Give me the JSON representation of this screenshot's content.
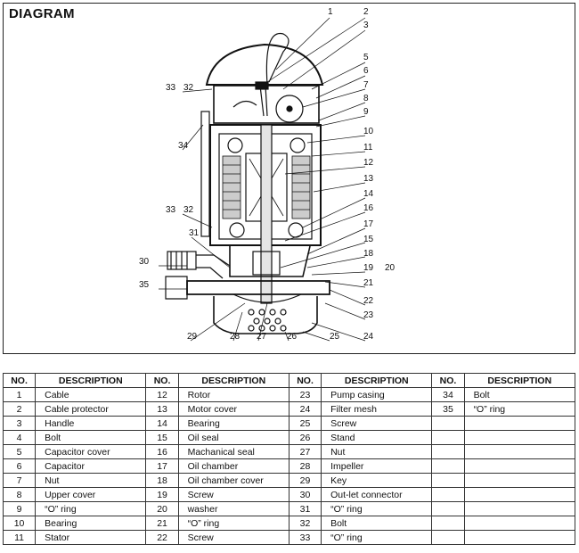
{
  "diagram": {
    "title": "DIAGRAM",
    "callouts": [
      "1",
      "2",
      "3",
      "5",
      "6",
      "7",
      "8",
      "9",
      "10",
      "11",
      "12",
      "13",
      "14",
      "16",
      "17",
      "15",
      "18",
      "19",
      "20",
      "21",
      "22",
      "23",
      "24",
      "25",
      "26",
      "27",
      "28",
      "29",
      "30",
      "35",
      "31",
      "33",
      "32",
      "33",
      "32",
      "34"
    ]
  },
  "table": {
    "headers": [
      "NO.",
      "DESCRIPTION",
      "NO.",
      "DESCRIPTION",
      "NO.",
      "DESCRIPTION",
      "NO.",
      "DESCRIPTION"
    ],
    "rows": [
      [
        "1",
        "Cable",
        "12",
        "Rotor",
        "23",
        "Pump casing",
        "34",
        "Bolt"
      ],
      [
        "2",
        "Cable protector",
        "13",
        "Motor cover",
        "24",
        "Filter mesh",
        "35",
        "“O” ring"
      ],
      [
        "3",
        "Handle",
        "14",
        "Bearing",
        "25",
        "Screw",
        "",
        ""
      ],
      [
        "4",
        "Bolt",
        "15",
        "Oil seal",
        "26",
        "Stand",
        "",
        ""
      ],
      [
        "5",
        "Capacitor cover",
        "16",
        "Machanical seal",
        "27",
        "Nut",
        "",
        ""
      ],
      [
        "6",
        "Capacitor",
        "17",
        "Oil chamber",
        "28",
        "Impeller",
        "",
        ""
      ],
      [
        "7",
        "Nut",
        "18",
        "Oil chamber cover",
        "29",
        "Key",
        "",
        ""
      ],
      [
        "8",
        "Upper cover",
        "19",
        "Screw",
        "30",
        "Out-let connector",
        "",
        ""
      ],
      [
        "9",
        "“O” ring",
        "20",
        "washer",
        "31",
        "“O” ring",
        "",
        ""
      ],
      [
        "10",
        "Bearing",
        "21",
        "“O” ring",
        "32",
        "Bolt",
        "",
        ""
      ],
      [
        "11",
        "Stator",
        "22",
        "Screw",
        "33",
        "“O” ring",
        "",
        ""
      ]
    ]
  }
}
